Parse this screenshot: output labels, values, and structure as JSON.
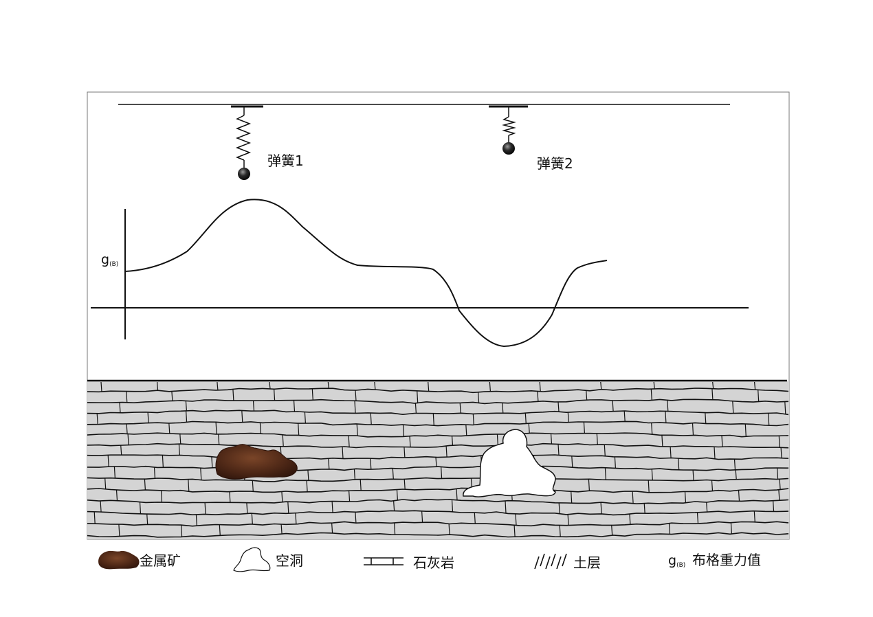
{
  "labels": {
    "spring1": "弹簧1",
    "spring2": "弹簧2",
    "axis_g": "g",
    "axis_g_sub": "(B)"
  },
  "legend": {
    "ore": "金属矿",
    "cavity": "空洞",
    "limestone": "石灰岩",
    "soil": "土层",
    "g_symbol": "g",
    "g_sub": "(B)",
    "gravity": "布格重力值"
  },
  "colors": {
    "ink": "#111111",
    "rock": "#d4d4d4",
    "ore_dark": "#3b1c12",
    "ore_mid": "#6b3a22",
    "cavity": "#ffffff"
  },
  "icons": {
    "spring": "coil-spring-icon",
    "ore": "ore-blob-icon",
    "cavity": "cavity-outline-icon",
    "limestone": "limestone-symbol-icon",
    "soil": "soil-hatch-icon"
  }
}
